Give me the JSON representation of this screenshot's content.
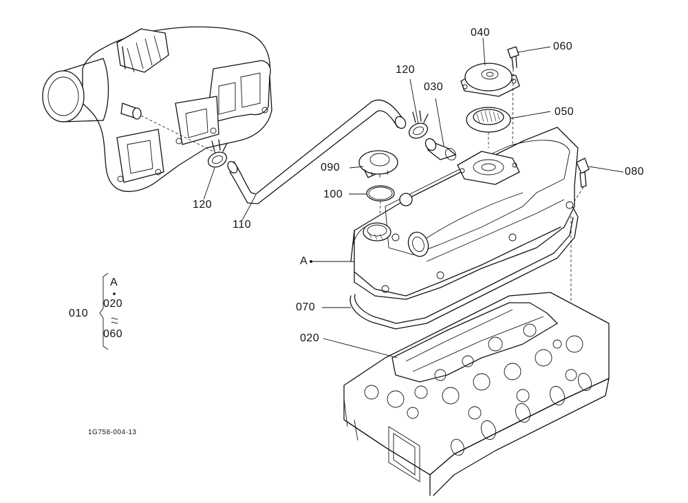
{
  "callouts": {
    "c040": "040",
    "c060": "060",
    "c120_top": "120",
    "c030": "030",
    "c050": "050",
    "c090": "090",
    "c080": "080",
    "c100": "100",
    "c120_left": "120",
    "c110": "110",
    "cA": "A",
    "c070": "070",
    "c020": "020"
  },
  "bracket_group": {
    "label": "010",
    "items": [
      "A",
      "020",
      "060"
    ]
  },
  "catalog_number": "1G758-004-13"
}
